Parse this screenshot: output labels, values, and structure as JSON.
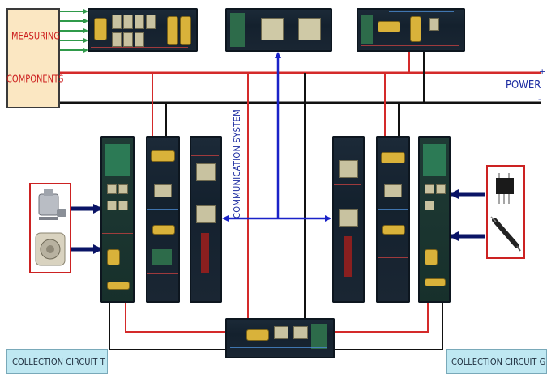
{
  "labels": {
    "measuring_line1": "MEASURING",
    "measuring_line2": "COMPONENTS",
    "power": "POWER",
    "power_plus": "+",
    "power_minus": "-",
    "communication": "COMMUNICATION  SYSTEM",
    "collection_left": "COLLECTION CIRCUIT T",
    "collection_right": "COLLECTION CIRCUIT G"
  },
  "colors": {
    "power_positive": "#d42a2a",
    "power_negative": "#111111",
    "communication": "#1a22c8",
    "sensor_arrow": "#0a1466",
    "measuring_arrows": "#2f9a4a",
    "measuring_box": "#fbe7c2",
    "collection_label_bg": "#bfe8f2"
  }
}
